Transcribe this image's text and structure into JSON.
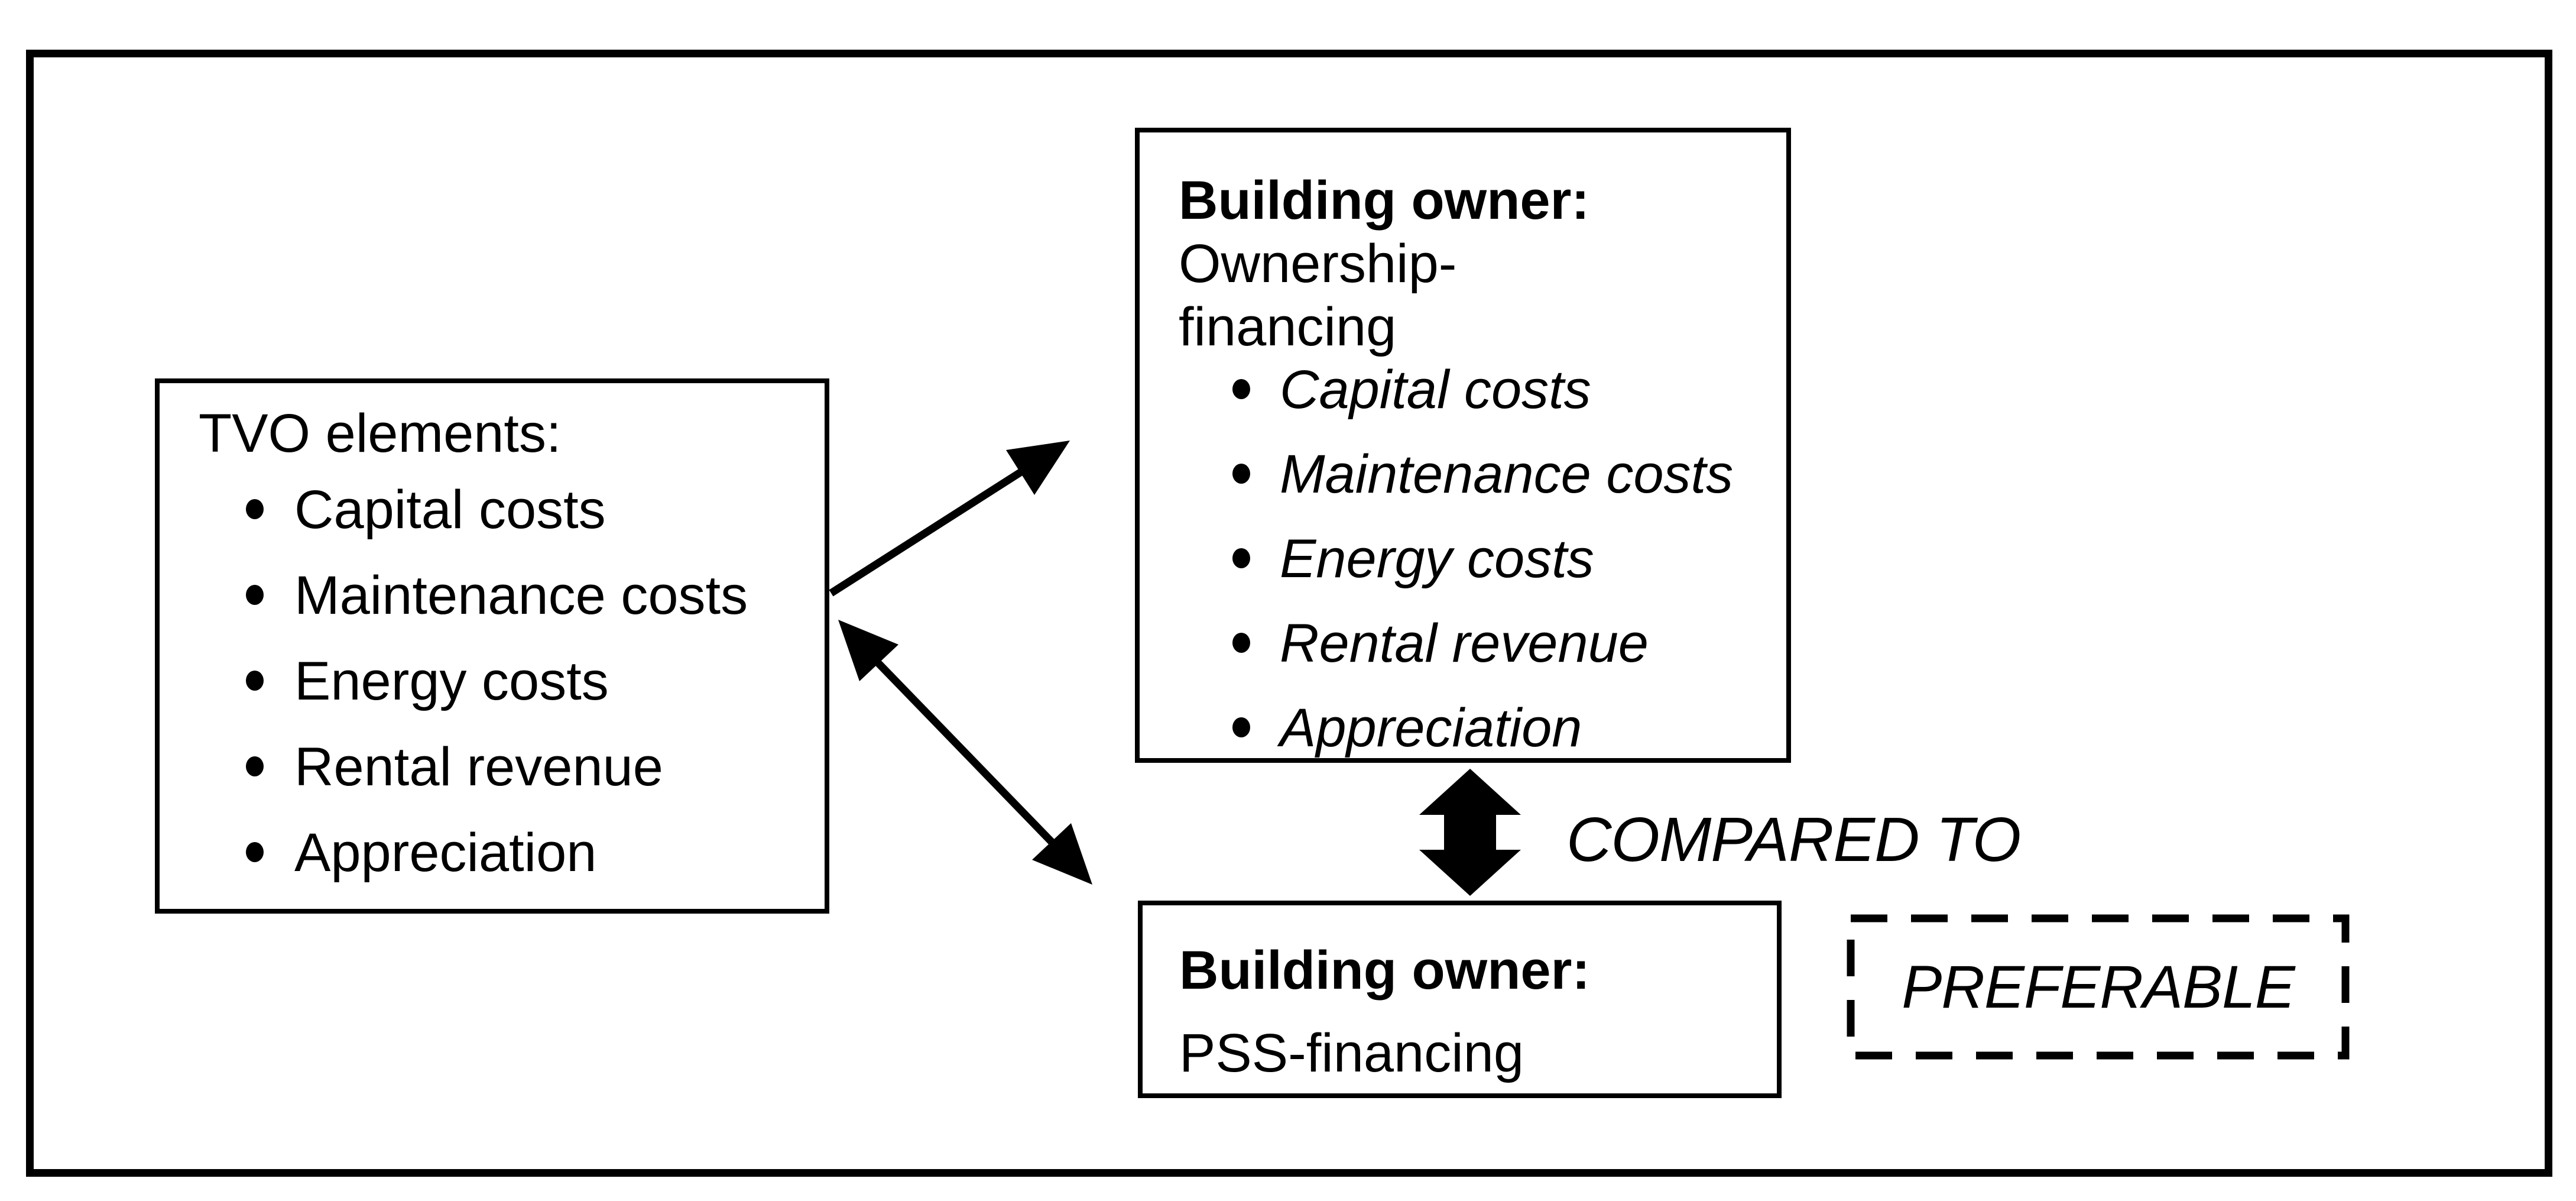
{
  "diagram": {
    "colors": {
      "ink": "#000000",
      "background": "#ffffff"
    },
    "tvo_box": {
      "title": "TVO elements:",
      "items": [
        "Capital costs",
        "Maintenance costs",
        "Energy costs",
        "Rental revenue",
        "Appreciation"
      ]
    },
    "ownership_box": {
      "title": "Building owner:",
      "subtitle_line1": "Ownership-",
      "subtitle_line2": "financing",
      "items": [
        "Capital costs",
        "Maintenance costs",
        "Energy costs",
        "Rental revenue",
        "Appreciation"
      ]
    },
    "pss_box": {
      "title": "Building owner:",
      "subtitle": "PSS-financing"
    },
    "compare_label": "COMPARED TO",
    "preferable_label": "PREFERABLE"
  }
}
